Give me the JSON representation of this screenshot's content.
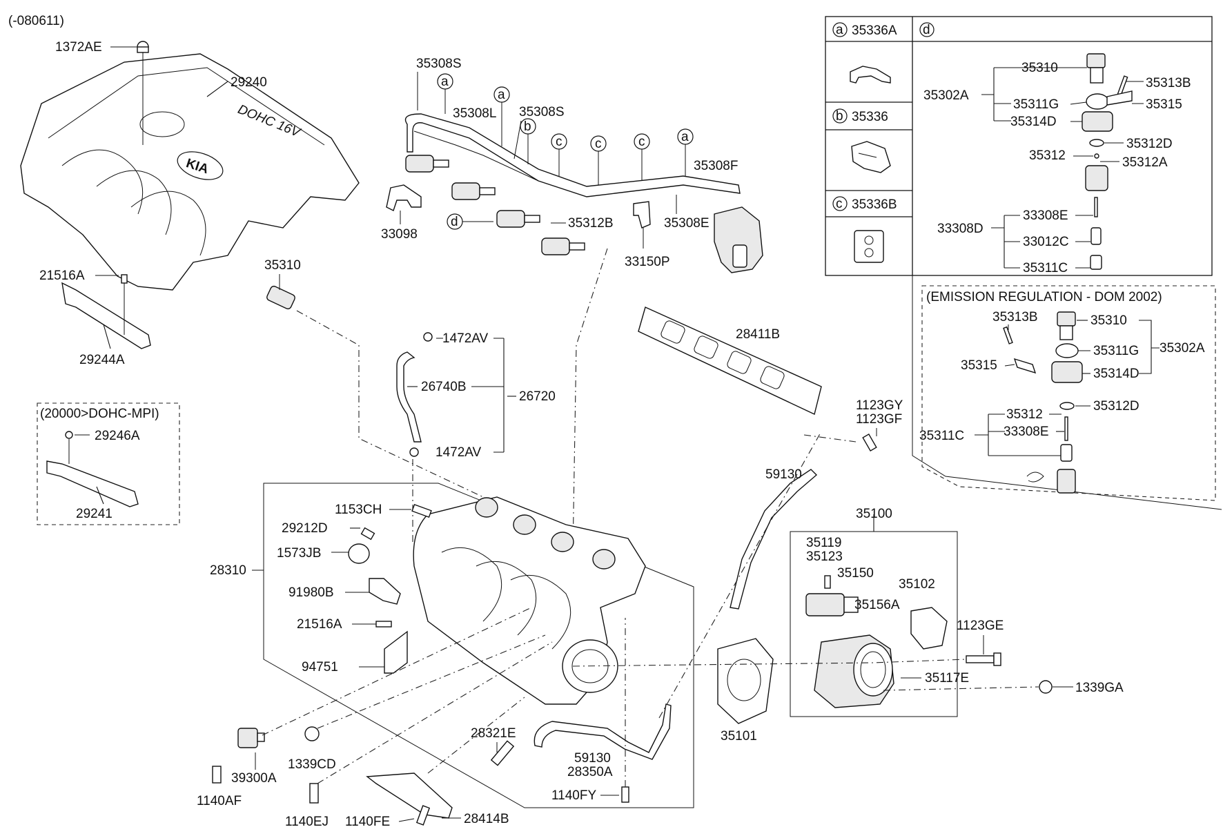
{
  "header": {
    "revision": "(-080611)"
  },
  "cover": {
    "brand": "KIA",
    "engine_badge": "DOHC 16V"
  },
  "labels": {
    "l1372AE": "1372AE",
    "l29240": "29240",
    "l21516A_top": "21516A",
    "l29244A": "29244A",
    "l35308S_1": "35308S",
    "l35308L": "35308L",
    "l35308S_2": "35308S",
    "l35308F": "35308F",
    "l35308E": "35308E",
    "l33098": "33098",
    "l35312B": "35312B",
    "l33150P": "33150P",
    "l35310_mid": "35310",
    "l1472AV_top": "1472AV",
    "l26740B": "26740B",
    "l26720": "26720",
    "l1472AV_bot": "1472AV",
    "l28411B": "28411B",
    "l1123GY": "1123GY",
    "l1123GF": "1123GF",
    "l59130_top": "59130",
    "l35100": "35100",
    "l35119": "35119",
    "l35123": "35123",
    "l35150": "35150",
    "l35102": "35102",
    "l35156A": "35156A",
    "l1123GE": "1123GE",
    "l35117E": "35117E",
    "l1339GA": "1339GA",
    "l35101": "35101",
    "l1153CH": "1153CH",
    "l29212D": "29212D",
    "l1573JB": "1573JB",
    "l28310": "28310",
    "l91980B": "91980B",
    "l21516A_mid": "21516A",
    "l94751": "94751",
    "l28321E": "28321E",
    "l59130_bot": "59130",
    "l28350A": "28350A",
    "l1140FY": "1140FY",
    "l1339CD": "1339CD",
    "l39300A": "39300A",
    "l1140AF": "1140AF",
    "l1140EJ": "1140EJ",
    "l1140FE": "1140FE",
    "l28414B": "28414B",
    "l29246A": "29246A",
    "l29241": "29241"
  },
  "callouts": {
    "a": "a",
    "b": "b",
    "c": "c",
    "d": "d"
  },
  "inset_dohc": {
    "title": "(20000>DOHC-MPI)"
  },
  "legend": {
    "a_code": "35336A",
    "b_code": "35336",
    "c_code": "35336B",
    "d_labels": {
      "l35310": "35310",
      "l35313B": "35313B",
      "l35302A": "35302A",
      "l35311G": "35311G",
      "l35315": "35315",
      "l35314D": "35314D",
      "l35312D": "35312D",
      "l35312": "35312",
      "l35312A": "35312A",
      "l33308E": "33308E",
      "l33308D": "33308D",
      "l33012C": "33012C",
      "l35311C": "35311C"
    },
    "emission": {
      "title": "(EMISSION REGULATION - DOM 2002)",
      "l35313B": "35313B",
      "l35310": "35310",
      "l35311G": "35311G",
      "l35302A": "35302A",
      "l35315": "35315",
      "l35314D": "35314D",
      "l35312": "35312",
      "l35312D": "35312D",
      "l35311C": "35311C",
      "l33308E": "33308E"
    }
  }
}
